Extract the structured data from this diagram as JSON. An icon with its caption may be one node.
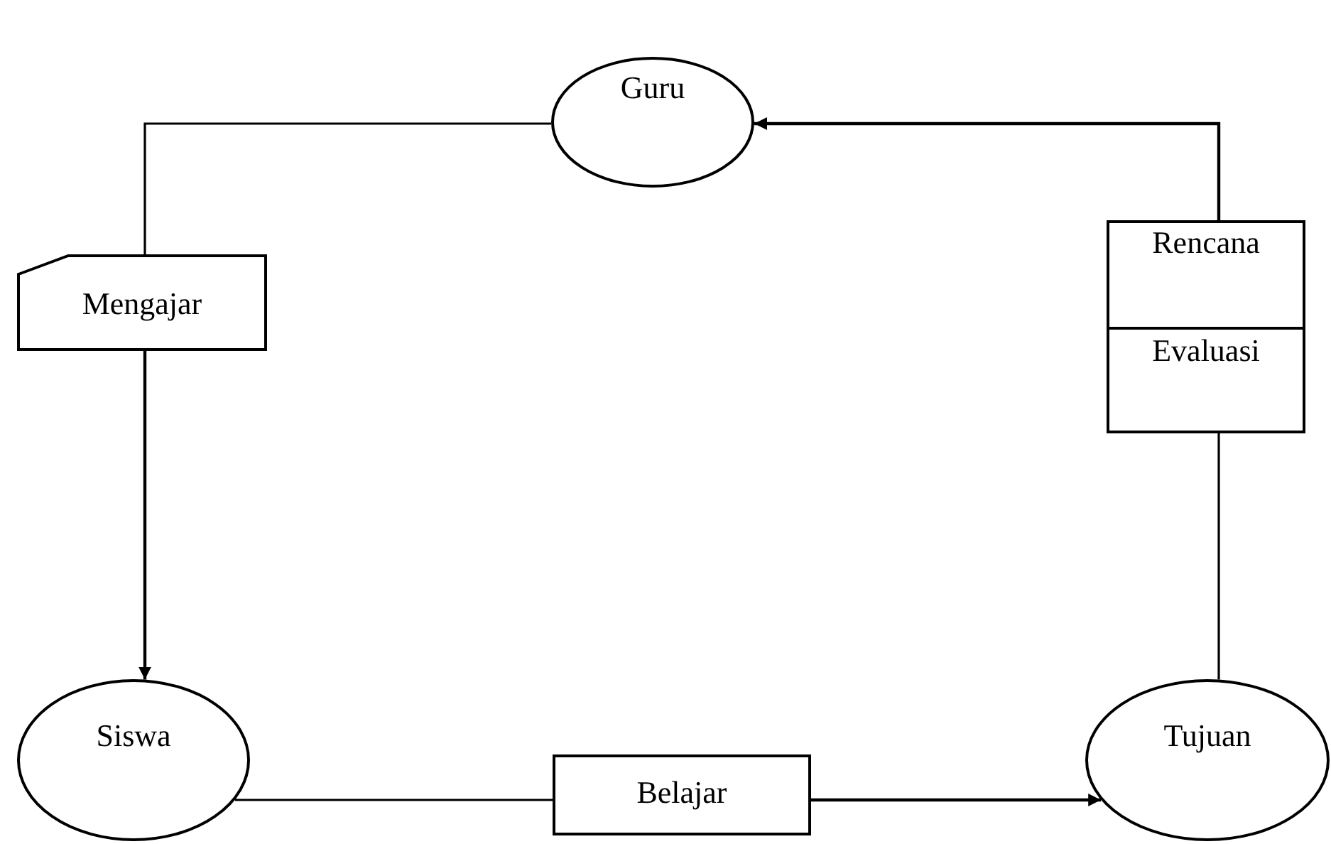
{
  "diagram": {
    "nodes": [
      {
        "text": [
          "Guru"
        ]
      },
      {
        "text": [
          "Mengajar"
        ]
      },
      {
        "text": [
          "Siswa"
        ]
      },
      {
        "text": [
          "Belajar"
        ]
      },
      {
        "text": [
          "Tujuan"
        ]
      },
      {
        "text": [
          "Rencana",
          "Evaluasi"
        ]
      }
    ],
    "edges": [
      {
        "from": 0,
        "to": 1,
        "arrow": "none"
      },
      {
        "from": 1,
        "to": 2,
        "arrow": "to"
      },
      {
        "from": 2,
        "to": 3,
        "arrow": "none"
      },
      {
        "from": 3,
        "to": 4,
        "arrow": "to"
      },
      {
        "from": 4,
        "to": 5,
        "arrow": "none"
      },
      {
        "from": 5,
        "to": 0,
        "arrow": "to"
      }
    ]
  }
}
